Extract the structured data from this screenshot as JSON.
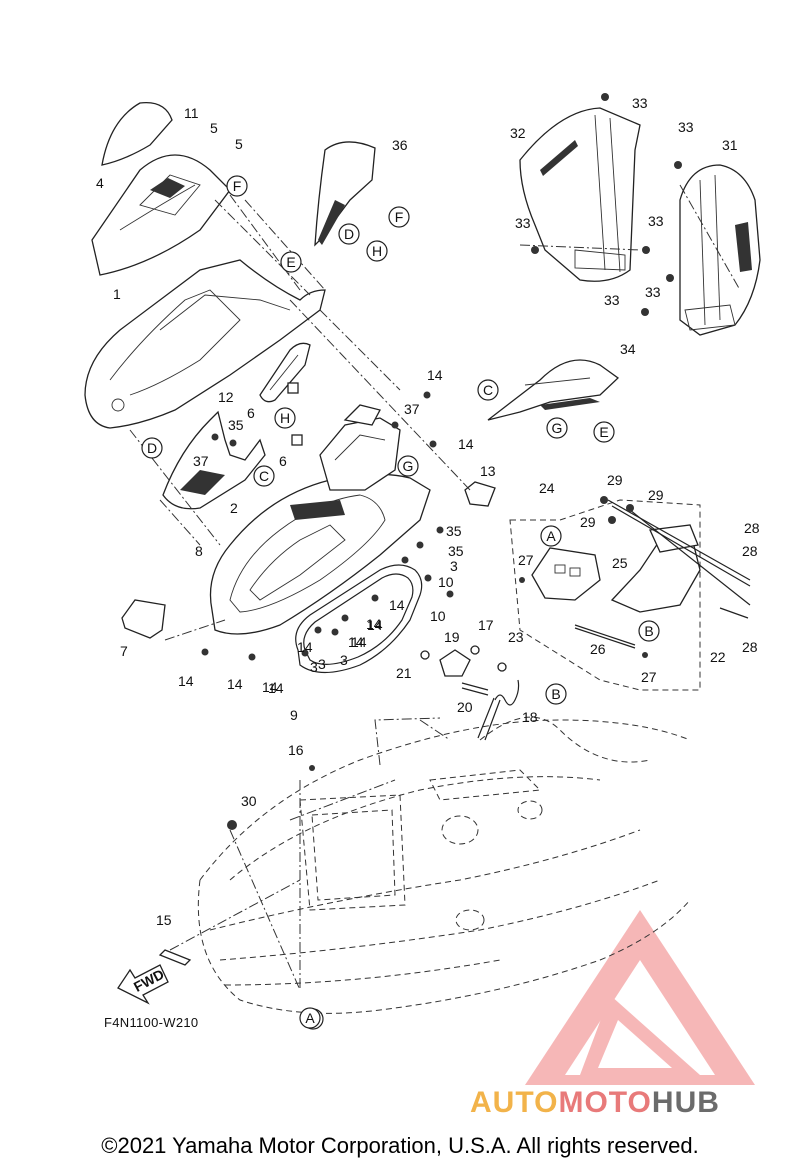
{
  "diagram": {
    "code": "F4N1100-W210",
    "fwd_label": "FWD",
    "copyright": "©2021 Yamaha Motor Corporation, U.S.A. All rights reserved."
  },
  "watermark": {
    "part1": "AUTO",
    "part2": "MOTO",
    "part3": "HUB",
    "colors": {
      "auto": "#f2b34a",
      "moto": "#e87a7a",
      "hub": "#6b6b6b",
      "logo": "#f08a8a"
    }
  },
  "part_numbers": [
    "11",
    "5",
    "5",
    "4",
    "36",
    "33",
    "32",
    "33",
    "31",
    "33",
    "33",
    "33",
    "33",
    "1",
    "14",
    "12",
    "6",
    "37",
    "35",
    "37",
    "6",
    "14",
    "13",
    "24",
    "29",
    "29",
    "29",
    "28",
    "28",
    "28",
    "27",
    "25",
    "22",
    "26",
    "27",
    "2",
    "8",
    "35",
    "35",
    "3",
    "10",
    "10",
    "3",
    "3",
    "14",
    "14",
    "14",
    "14",
    "14",
    "14",
    "14",
    "7",
    "14",
    "14",
    "14",
    "3",
    "21",
    "19",
    "17",
    "23",
    "20",
    "18",
    "9",
    "16",
    "30",
    "15",
    "34"
  ],
  "ref_letters": [
    "F",
    "F",
    "E",
    "D",
    "H",
    "C",
    "D",
    "H",
    "C",
    "G",
    "E",
    "G",
    "A",
    "B",
    "B",
    "A",
    "A"
  ]
}
